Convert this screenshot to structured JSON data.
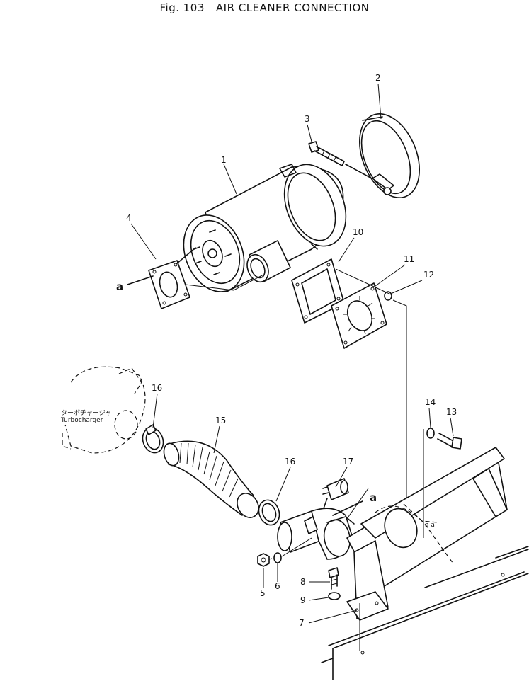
{
  "figure": {
    "fig_number": "Fig. 103",
    "title": "AIR CLEANER CONNECTION"
  },
  "callouts": [
    {
      "id": "callout-1",
      "label": "1"
    },
    {
      "id": "callout-2",
      "label": "2"
    },
    {
      "id": "callout-3",
      "label": "3"
    },
    {
      "id": "callout-4",
      "label": "4"
    },
    {
      "id": "callout-5",
      "label": "5"
    },
    {
      "id": "callout-6",
      "label": "6"
    },
    {
      "id": "callout-7",
      "label": "7"
    },
    {
      "id": "callout-8",
      "label": "8"
    },
    {
      "id": "callout-9",
      "label": "9"
    },
    {
      "id": "callout-10",
      "label": "10"
    },
    {
      "id": "callout-11",
      "label": "11"
    },
    {
      "id": "callout-12",
      "label": "12"
    },
    {
      "id": "callout-13",
      "label": "13"
    },
    {
      "id": "callout-14",
      "label": "14"
    },
    {
      "id": "callout-15",
      "label": "15"
    },
    {
      "id": "callout-16a",
      "label": "16"
    },
    {
      "id": "callout-16b",
      "label": "16"
    },
    {
      "id": "callout-17",
      "label": "17"
    }
  ],
  "refs": {
    "ref_a_left": "a",
    "ref_a_right": "a"
  },
  "turbocharger": {
    "jp_label": "ターボチャージャ",
    "en_label": "Turbocharger"
  }
}
